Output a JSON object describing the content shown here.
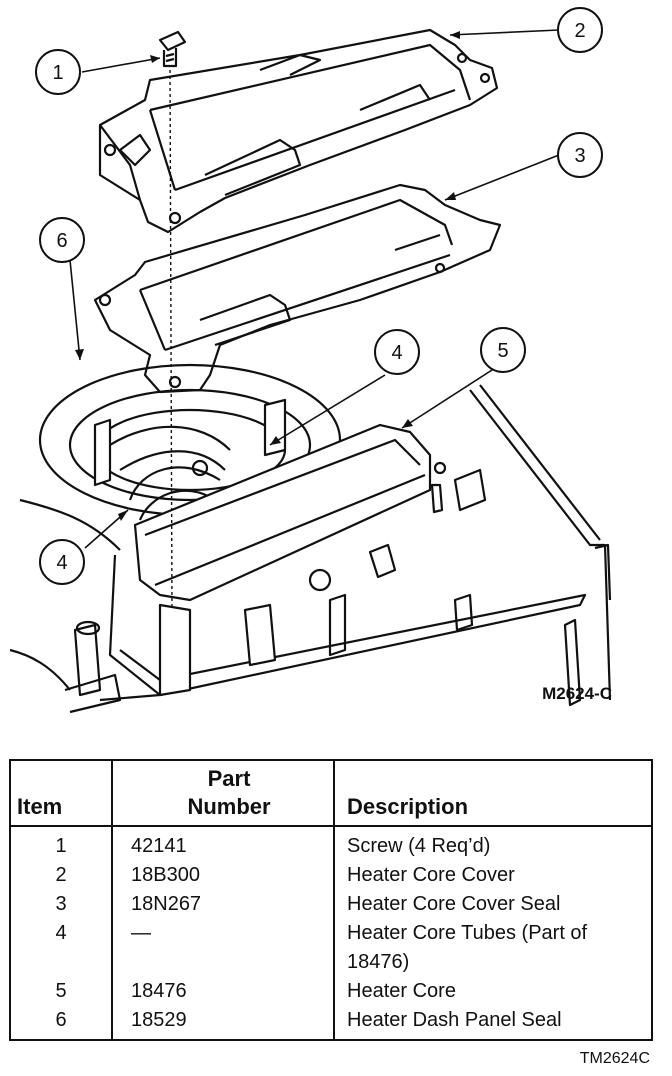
{
  "diagram": {
    "figure_id": "M2624-C",
    "callouts": [
      "1",
      "2",
      "3",
      "4",
      "5",
      "6",
      "4"
    ]
  },
  "table": {
    "headers": {
      "item": "Item",
      "part_number_line1": "Part",
      "part_number_line2": "Number",
      "description": "Description"
    },
    "rows": [
      {
        "item": "1",
        "part_number": "42141",
        "description": "Screw (4 Req’d)"
      },
      {
        "item": "2",
        "part_number": "18B300",
        "description": "Heater Core Cover"
      },
      {
        "item": "3",
        "part_number": "18N267",
        "description": "Heater Core Cover Seal"
      },
      {
        "item": "4",
        "part_number": "—",
        "description": "Heater Core Tubes (Part of 18476)"
      },
      {
        "item": "5",
        "part_number": "18476",
        "description": "Heater Core"
      },
      {
        "item": "6",
        "part_number": "18529",
        "description": "Heater Dash Panel Seal"
      }
    ]
  },
  "footer_code": "TM2624C"
}
